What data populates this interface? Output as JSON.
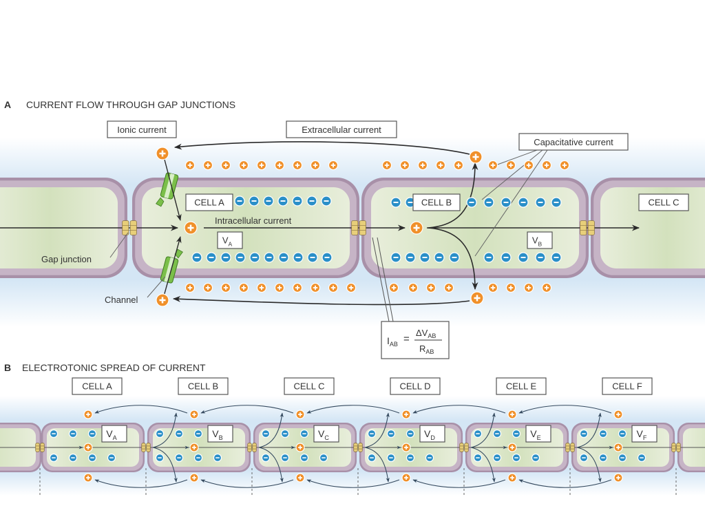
{
  "panel_a": {
    "letter": "A",
    "title": "CURRENT FLOW THROUGH GAP JUNCTIONS",
    "labels": {
      "ionic_current": "Ionic current",
      "extracellular_current": "Extracellular current",
      "capacitative_current": "Capacitative current",
      "intracellular_current": "Intracellular current",
      "gap_junction": "Gap junction",
      "channel": "Channel",
      "cell_a": "CELL A",
      "cell_b": "CELL B",
      "cell_c": "CELL C",
      "va_main": "V",
      "va_sub": "A",
      "vb_main": "V",
      "vb_sub": "B"
    },
    "equation": {
      "lhs_main": "I",
      "lhs_sub": "AB",
      "equals": "=",
      "num_main": "ΔV",
      "num_sub": "AB",
      "den_main": "R",
      "den_sub": "AB"
    },
    "charges": {
      "positive": "+",
      "negative": "−"
    }
  },
  "panel_b": {
    "letter": "B",
    "title": "ELECTROTONIC SPREAD OF CURRENT",
    "cells": [
      {
        "label": "CELL A",
        "v_main": "V",
        "v_sub": "A"
      },
      {
        "label": "CELL B",
        "v_main": "V",
        "v_sub": "B"
      },
      {
        "label": "CELL C",
        "v_main": "V",
        "v_sub": "C"
      },
      {
        "label": "CELL D",
        "v_main": "V",
        "v_sub": "D"
      },
      {
        "label": "CELL E",
        "v_main": "V",
        "v_sub": "E"
      },
      {
        "label": "CELL F",
        "v_main": "V",
        "v_sub": "F"
      }
    ]
  },
  "colors": {
    "positive_ion": "#f0902a",
    "negative_ion": "#2a8fc8",
    "membrane": "#a890a8",
    "cytoplasm": "#dfe8cc",
    "extracellular": "#cfe2f3",
    "gap_junction": "#e8cf7a",
    "channel": "#7bbf4a",
    "arrow": "#2a2a2a"
  }
}
